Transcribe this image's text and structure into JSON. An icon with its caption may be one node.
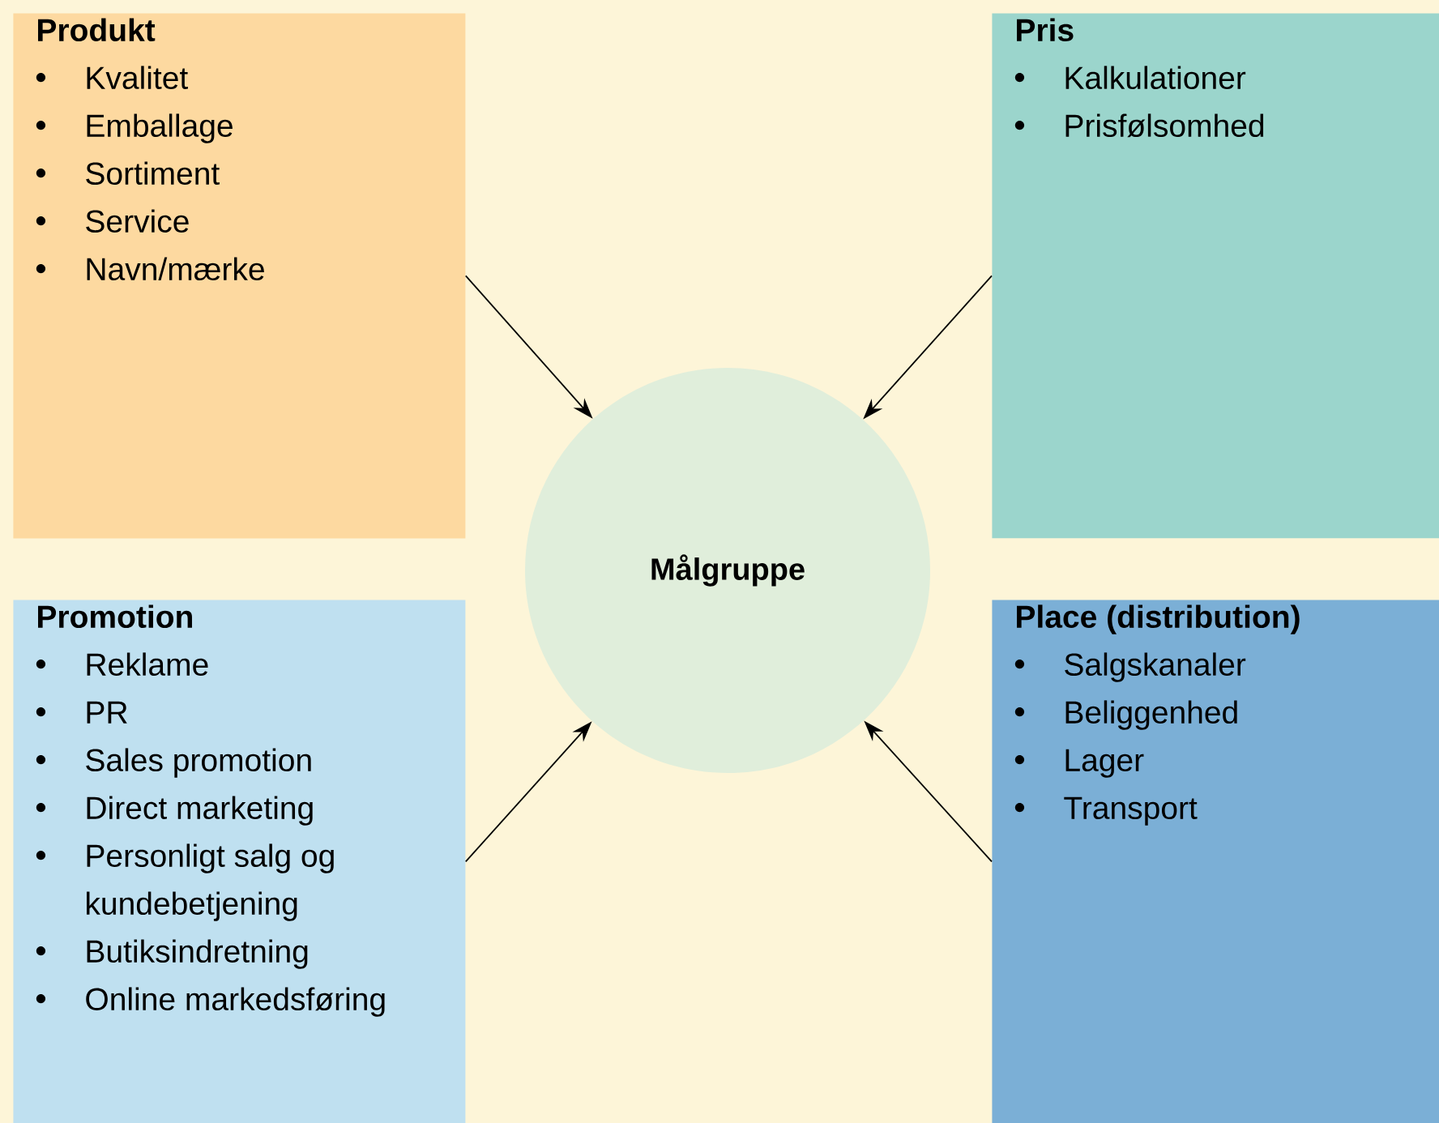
{
  "diagram": {
    "nodes": [
      {
        "text": [
          "Produkt",
          "Kvalitet",
          "Emballage",
          "Sortiment",
          "Service",
          "Navn/mærke"
        ]
      },
      {
        "text": [
          "Pris",
          "Kalkulationer",
          "Prisfølsomhed"
        ]
      },
      {
        "text": [
          "Promotion",
          "Reklame",
          "PR",
          "Sales promotion",
          "Direct marketing",
          "Personligt salg og kundebetjening",
          "Butiksindretning",
          "Online markedsføring"
        ]
      },
      {
        "text": [
          "Place (distribution)",
          "Salgskanaler",
          "Beliggenhed",
          "Lager",
          "Transport"
        ]
      },
      {
        "text": [
          "Målgruppe"
        ]
      }
    ],
    "edges": [
      {
        "from": 0,
        "to": 4,
        "arrow": "to"
      },
      {
        "from": 1,
        "to": 4,
        "arrow": "to"
      },
      {
        "from": 2,
        "to": 4,
        "arrow": "to"
      },
      {
        "from": 3,
        "to": 4,
        "arrow": "to"
      }
    ]
  }
}
